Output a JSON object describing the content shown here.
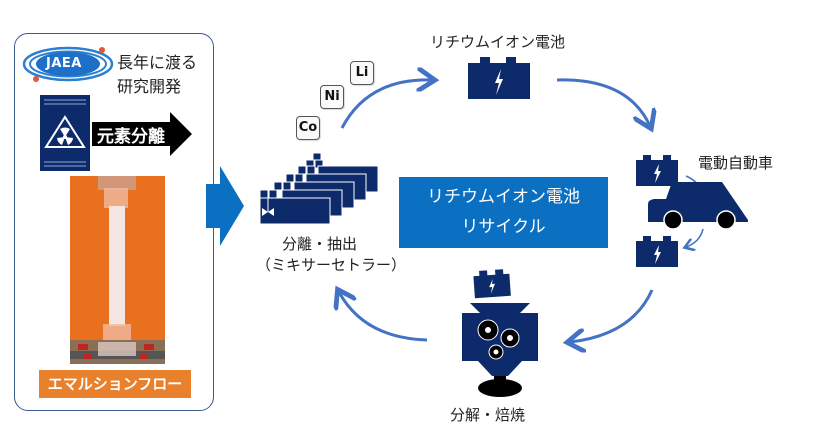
{
  "left_panel": {
    "logo_text": "JAEA",
    "subtitle_line1": "長年に渡る",
    "subtitle_line2": "研究開発",
    "arrow_label": "元素分離",
    "photo_caption": "エマルションフロー"
  },
  "center": {
    "title_line1": "リチウムイオン電池",
    "title_line2": "リサイクル"
  },
  "cycle": {
    "top": {
      "label": "リチウムイオン電池"
    },
    "right": {
      "label": "電動自動車"
    },
    "bottom": {
      "label": "分解・焙焼"
    },
    "left": {
      "label_line1": "分離・抽出",
      "label_line2": "（ミキサーセトラー）"
    }
  },
  "elements": [
    "Co",
    "Ni",
    "Li"
  ],
  "colors": {
    "navy": "#0d2a6b",
    "blue_box": "#0b6fc2",
    "arrow_blue": "#4472c4",
    "orange": "#e8802c",
    "panel_border": "#3a5a8c"
  }
}
